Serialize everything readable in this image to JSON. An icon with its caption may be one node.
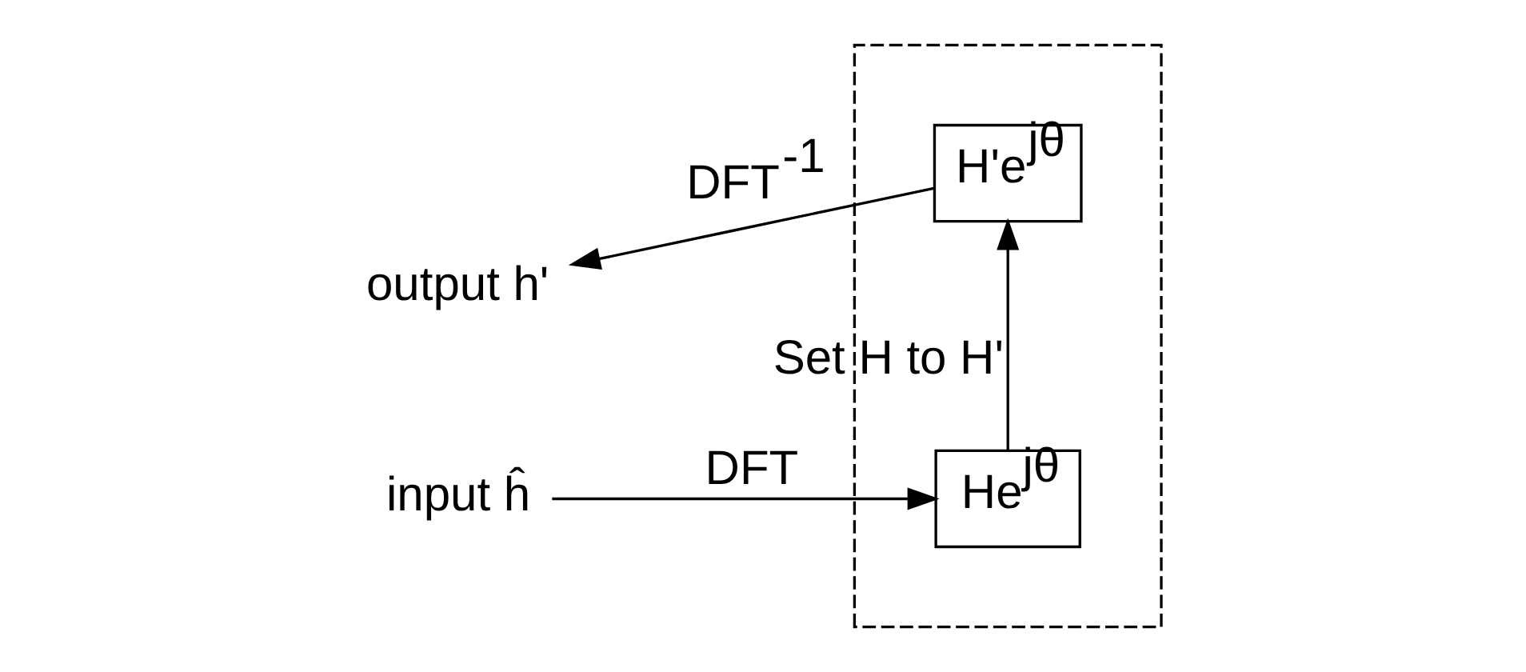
{
  "diagram": {
    "nodes": [
      {
        "text": [],
        "shape": "box"
      },
      {
        "text": [
          "input ĥ"
        ]
      },
      {
        "text": [
          "He$^{jθ}$"
        ],
        "in": 0
      },
      {
        "text": [
          "H'e$^{jθ}$"
        ],
        "in": 0
      },
      {
        "text": [
          "output h'"
        ]
      }
    ],
    "edges": [
      {
        "from": 1,
        "to": 2,
        "arrow": "to",
        "label": "DFT"
      },
      {
        "from": 2,
        "to": 3,
        "arrow": "to",
        "label": "Set H to H'"
      },
      {
        "from": 3,
        "to": 4,
        "arrow": "to",
        "label": "DFT$^{-1}$"
      }
    ]
  }
}
